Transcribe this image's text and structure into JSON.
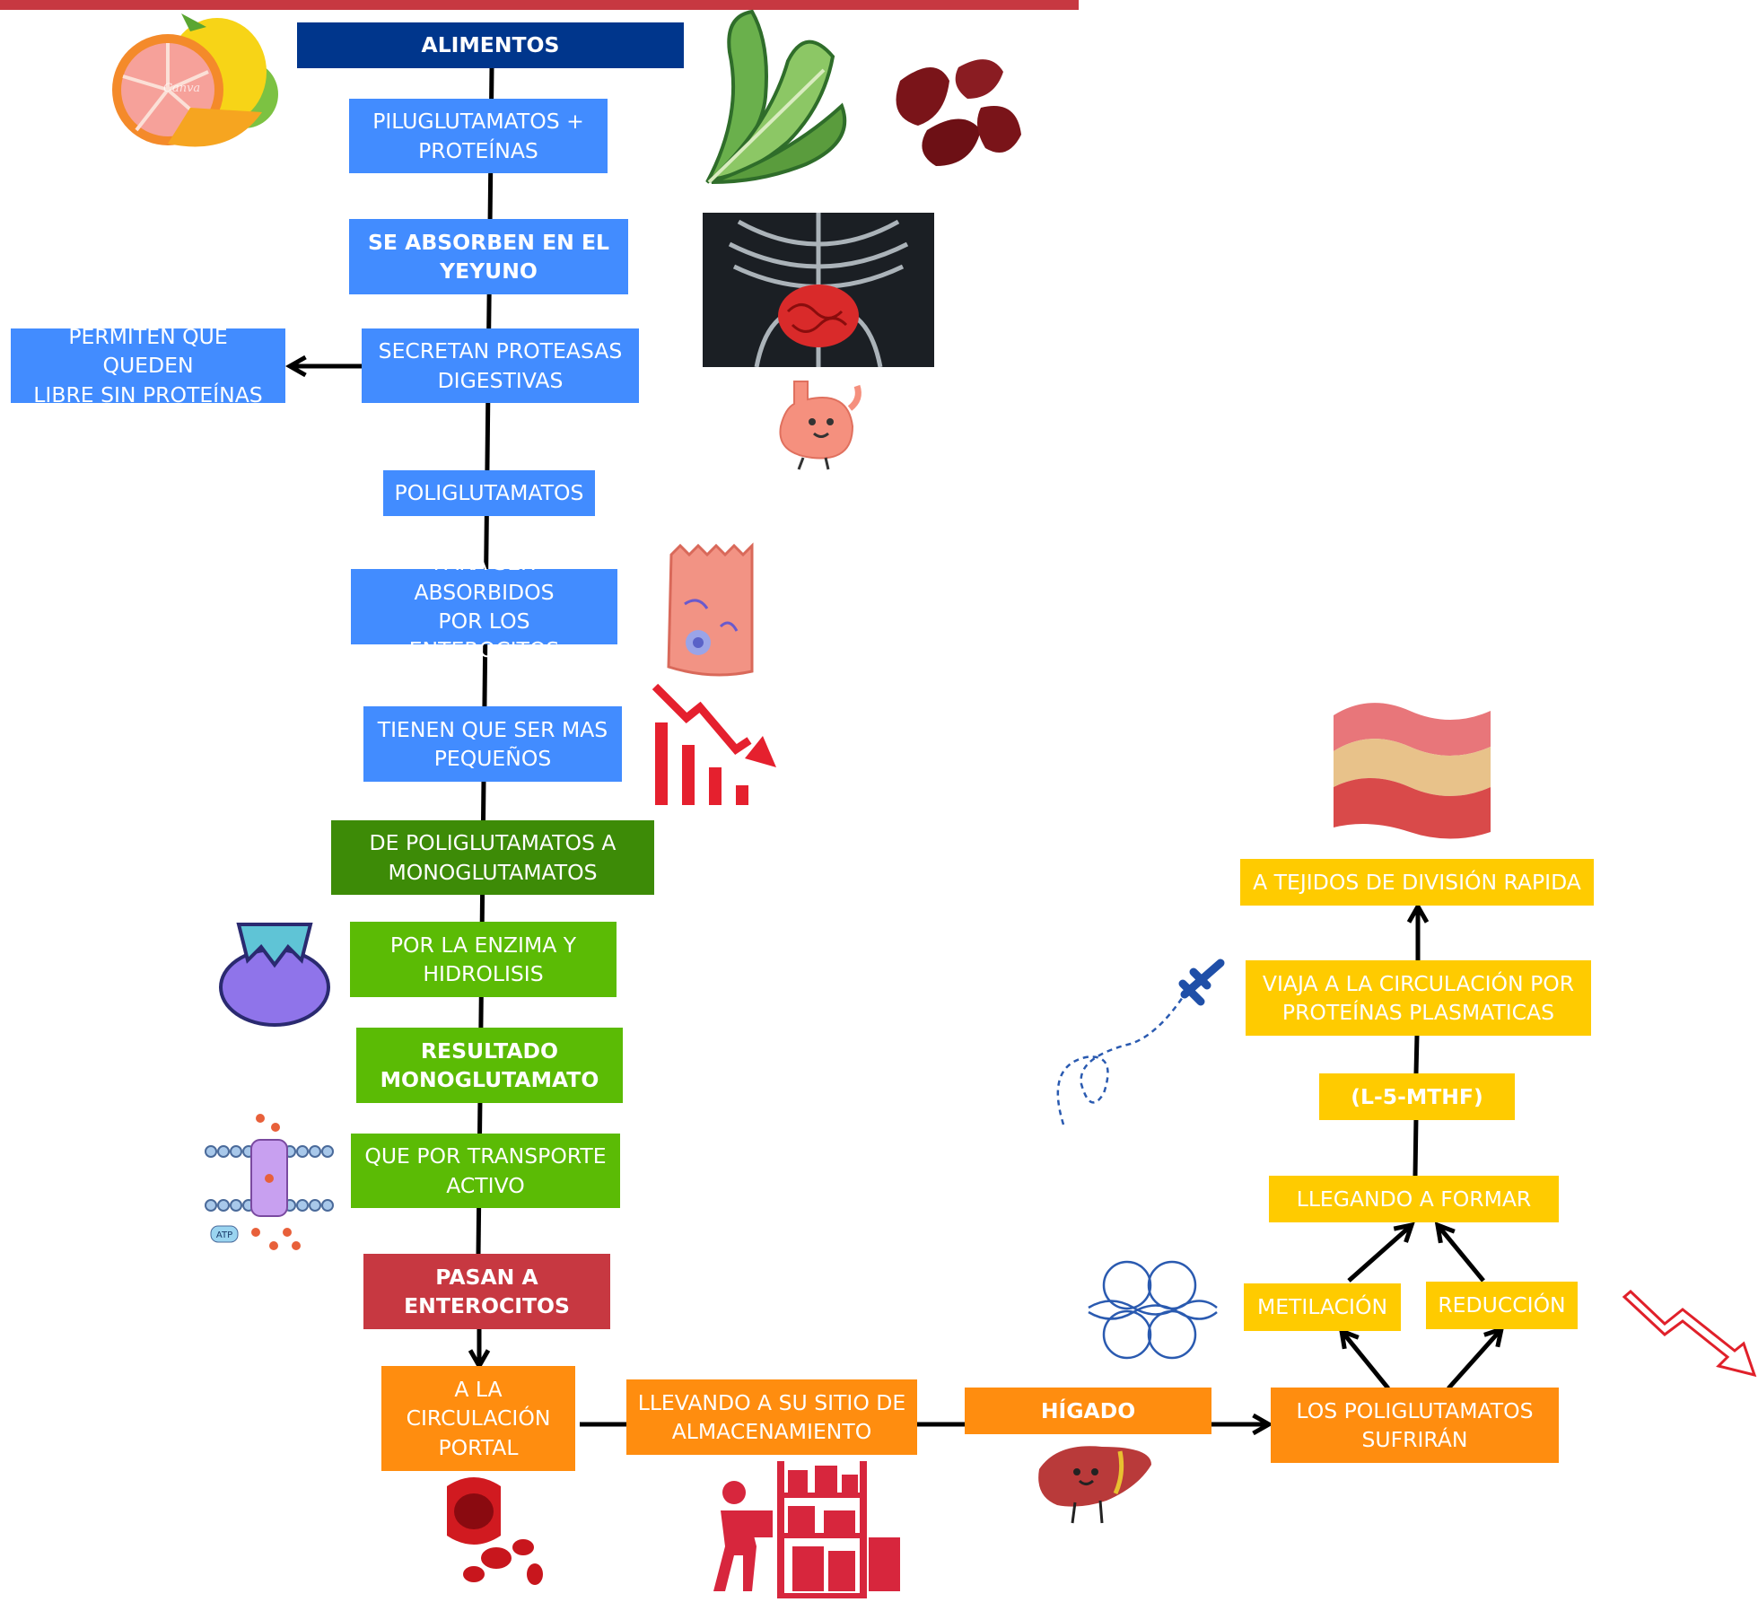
{
  "colors": {
    "navy": "#00368c",
    "blue": "#428cff",
    "dark_green": "#3d8b07",
    "green": "#5bbb05",
    "red": "#c73841",
    "orange": "#ff8d0f",
    "yellow": "#ffcb00",
    "text_white": "#ffffff",
    "arrow": "#000000"
  },
  "nodes": {
    "alimentos": "ALIMENTOS",
    "piluglutamatos": "PILUGLUTAMATOS +\nPROTEÍNAS",
    "absorben": "SE ABSORBEN EN EL\nYEYUNO",
    "secretan": "SECRETAN PROTEASAS\nDIGESTIVAS",
    "permiten": "PERMITEN QUE QUEDEN\nLIBRE SIN PROTEÍNAS",
    "poliglutamatos": "POLIGLUTAMATOS",
    "para_ser": "PARA SER ABSORBIDOS\nPOR LOS ENTEROCITOS",
    "tienen": "TIENEN QUE SER MAS\nPEQUEÑOS",
    "de_poli": "DE POLIGLUTAMATOS A\nMONOGLUTAMATOS",
    "por_enzima": "POR LA ENZIMA Y\nHIDROLISIS",
    "resultado": "RESULTADO\nMONOGLUTAMATO",
    "transporte": "QUE POR TRANSPORTE\nACTIVO",
    "pasan": "PASAN A\nENTEROCITOS",
    "circulacion_portal": "A LA\nCIRCULACIÓN\nPORTAL",
    "llevando": "LLEVANDO A SU SITIO DE\nALMACENAMIENTO",
    "higado": "HÍGADO",
    "sufriran": "LOS POLIGLUTAMATOS\nSUFRIRÁN",
    "metilacion": "METILACIÓN",
    "reduccion": "REDUCCIÓN",
    "llegando": "LLEGANDO A FORMAR",
    "mthf": "(L-5-MTHF)",
    "viaja": "VIAJA A LA CIRCULACIÓN POR\nPROTEÍNAS PLASMATICAS",
    "tejidos": "A TEJIDOS DE DIVISIÓN RAPIDA"
  },
  "icons": [
    "citrus-fruits-icon",
    "leafy-greens-icon",
    "liver-meat-icon",
    "xray-intestine-icon",
    "stomach-character-icon",
    "enterocyte-cell-icon",
    "declining-chart-icon",
    "enzyme-icon",
    "membrane-transport-icon",
    "airplane-path-icon",
    "tissue-layers-icon",
    "dna-chromatin-icon",
    "down-trend-arrow-icon",
    "blood-cells-icon",
    "warehouse-worker-icon",
    "liver-character-icon"
  ],
  "icon_labels": {
    "atp": "ATP",
    "watermark": "Canva"
  }
}
